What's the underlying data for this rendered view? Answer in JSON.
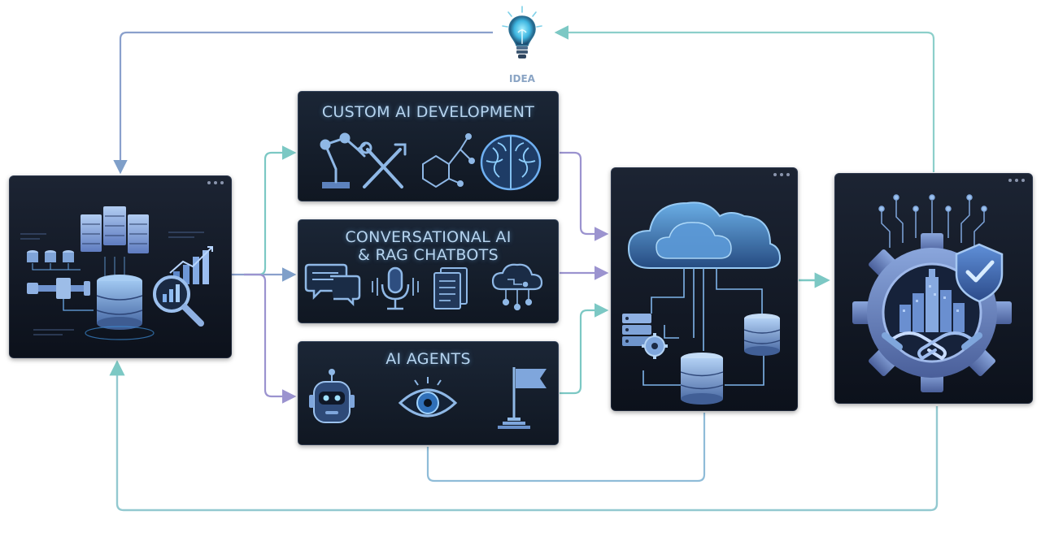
{
  "idea": {
    "label": "IDEA"
  },
  "boxes": {
    "custom_ai": {
      "title": "CUSTOM AI DEVELOPMENT",
      "icons": [
        "robot-arm-icon",
        "tools-icon",
        "molecule-icon",
        "brain-icon"
      ]
    },
    "conversational_ai": {
      "title_line1": "CONVERSATIONAL AI",
      "title_line2": "& RAG CHATBOTS",
      "icons": [
        "chat-bubbles-icon",
        "microphone-icon",
        "documents-icon",
        "cloud-network-icon"
      ]
    },
    "ai_agents": {
      "title": "AI AGENTS",
      "icons": [
        "robot-head-icon",
        "eye-icon",
        "flag-icon"
      ]
    }
  },
  "panels": {
    "data_sources": {
      "icons": [
        "server-stack-icon",
        "database-icon",
        "pipeline-icon",
        "analytics-magnifier-icon",
        "growth-chart-icon"
      ]
    },
    "cloud_platform": {
      "icons": [
        "cloud-icon",
        "server-icon",
        "gear-icon",
        "database-icon"
      ]
    },
    "enterprise_outcome": {
      "icons": [
        "gear-icon",
        "shield-check-icon",
        "city-skyline-icon",
        "handshake-icon"
      ]
    }
  },
  "colors": {
    "panel_bg": "#111824",
    "title_text": "#b6d4ef",
    "connector_teal": "#7cc8c4",
    "connector_violet": "#9b93cf",
    "connector_blue": "#7f9fc9",
    "icon_blue": "#7fb4ea",
    "icon_glow": "#5aa8f0"
  }
}
